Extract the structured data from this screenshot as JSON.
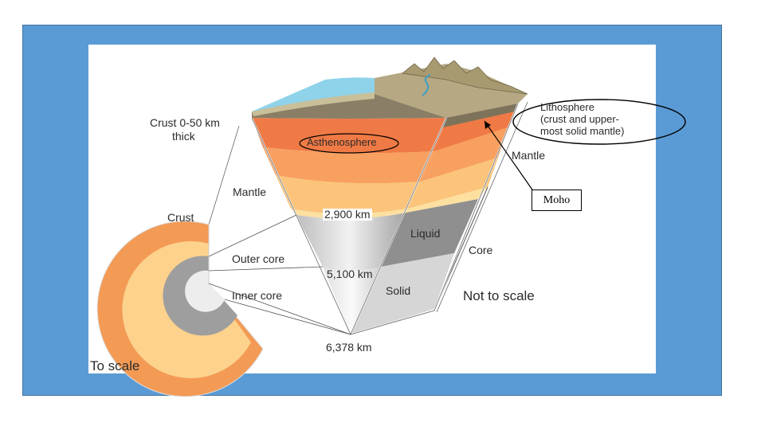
{
  "slide": {
    "frame_color": "#5b9bd5",
    "panel_color": "#ffffff"
  },
  "labels": {
    "crust_thickness_line1": "Crust 0-50 km",
    "crust_thickness_line2": "thick",
    "asthenosphere": "Asthenosphere",
    "mantle_left": "Mantle",
    "crust_left": "Crust",
    "outer_core": "Outer core",
    "inner_core": "Inner core",
    "depth_2900": "2,900 km",
    "depth_5100": "5,100 km",
    "depth_6378": "6,378 km",
    "liquid": "Liquid",
    "solid": "Solid",
    "core_right": "Core",
    "mantle_right": "Mantle",
    "lithosphere_line1": "Lithosphere",
    "lithosphere_line2": "(crust and upper-",
    "lithosphere_line3": "most solid mantle)",
    "moho": "Moho",
    "not_to_scale": "Not to scale",
    "to_scale": "To scale"
  },
  "colors": {
    "ocean": "#8fd3ea",
    "crust_land": "#b5a882",
    "lithosphere_mantle": "#8a7f66",
    "asthenosphere": "#f07a45",
    "mantle_upper": "#f7a060",
    "mantle_lower": "#fbc47a",
    "mantle_deep": "#fde0a0",
    "outer_core": "#8f8f8f",
    "inner_core": "#d9d9d9",
    "annotation_ellipse": "#000000"
  }
}
